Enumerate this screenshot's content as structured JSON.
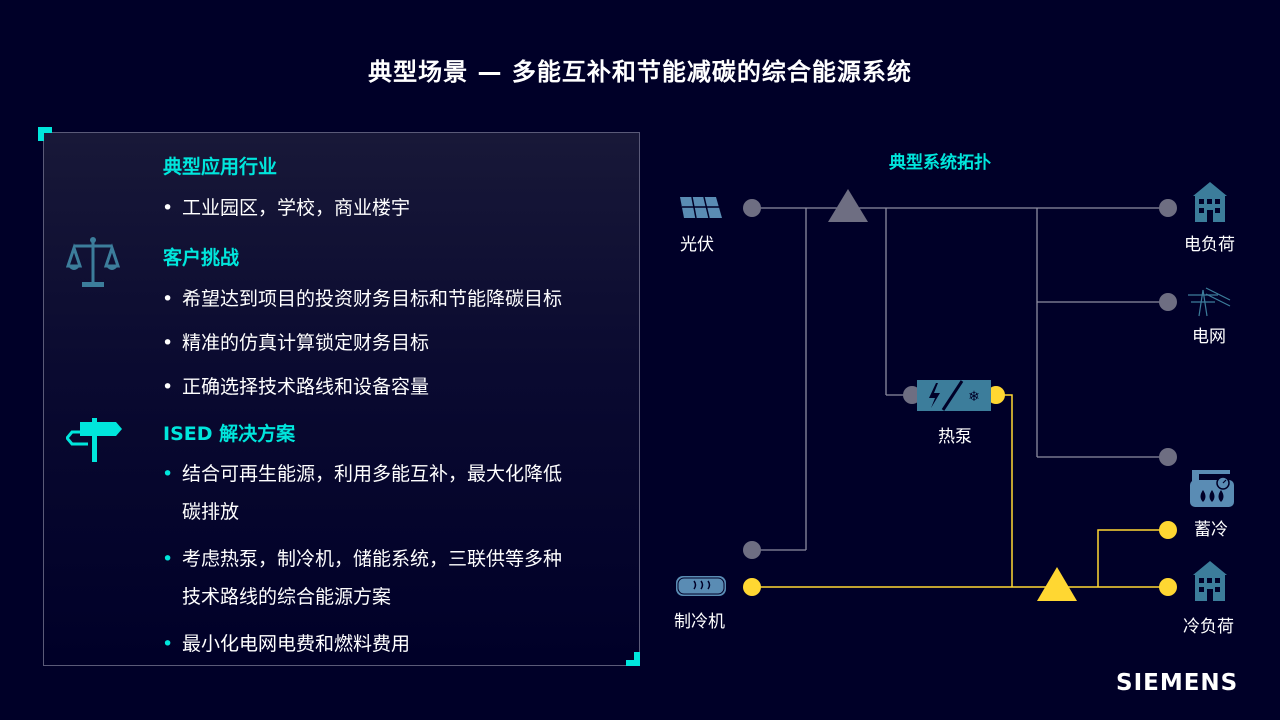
{
  "title": "典型场景 — 多能互补和节能减碳的综合能源系统",
  "left_panel": {
    "industries": {
      "heading": "典型应用行业",
      "items": [
        "工业园区，学校，商业楼宇"
      ]
    },
    "challenges": {
      "heading": "客户挑战",
      "items": [
        "希望达到项目的投资财务目标和节能降碳目标",
        "精准的仿真计算锁定财务目标",
        "正确选择技术路线和设备容量"
      ]
    },
    "solution": {
      "heading": "ISED 解决方案",
      "items": [
        "结合可再生能源，利用多能互补，最大化降低",
        "碳排放",
        "考虑热泵，制冷机，储能系统，三联供等多种",
        "技术路线的综合能源方案",
        "最小化电网电费和燃料费用"
      ]
    }
  },
  "topology": {
    "title": "典型系统拓扑",
    "labels": {
      "pv": "光伏",
      "elec_load": "电负荷",
      "grid": "电网",
      "heat_pump": "热泵",
      "cold_storage": "蓄冷",
      "chiller": "制冷机",
      "cold_load": "冷负荷"
    },
    "colors": {
      "electric_line": "#8c8ca0",
      "cold_line": "#ffd732",
      "node_grey": "#6e6e82",
      "node_yellow": "#ffd732",
      "icon_blue": "#3c7d9b",
      "accent": "#00e6dc"
    }
  },
  "brand": {
    "logo": "SIEMENS"
  }
}
